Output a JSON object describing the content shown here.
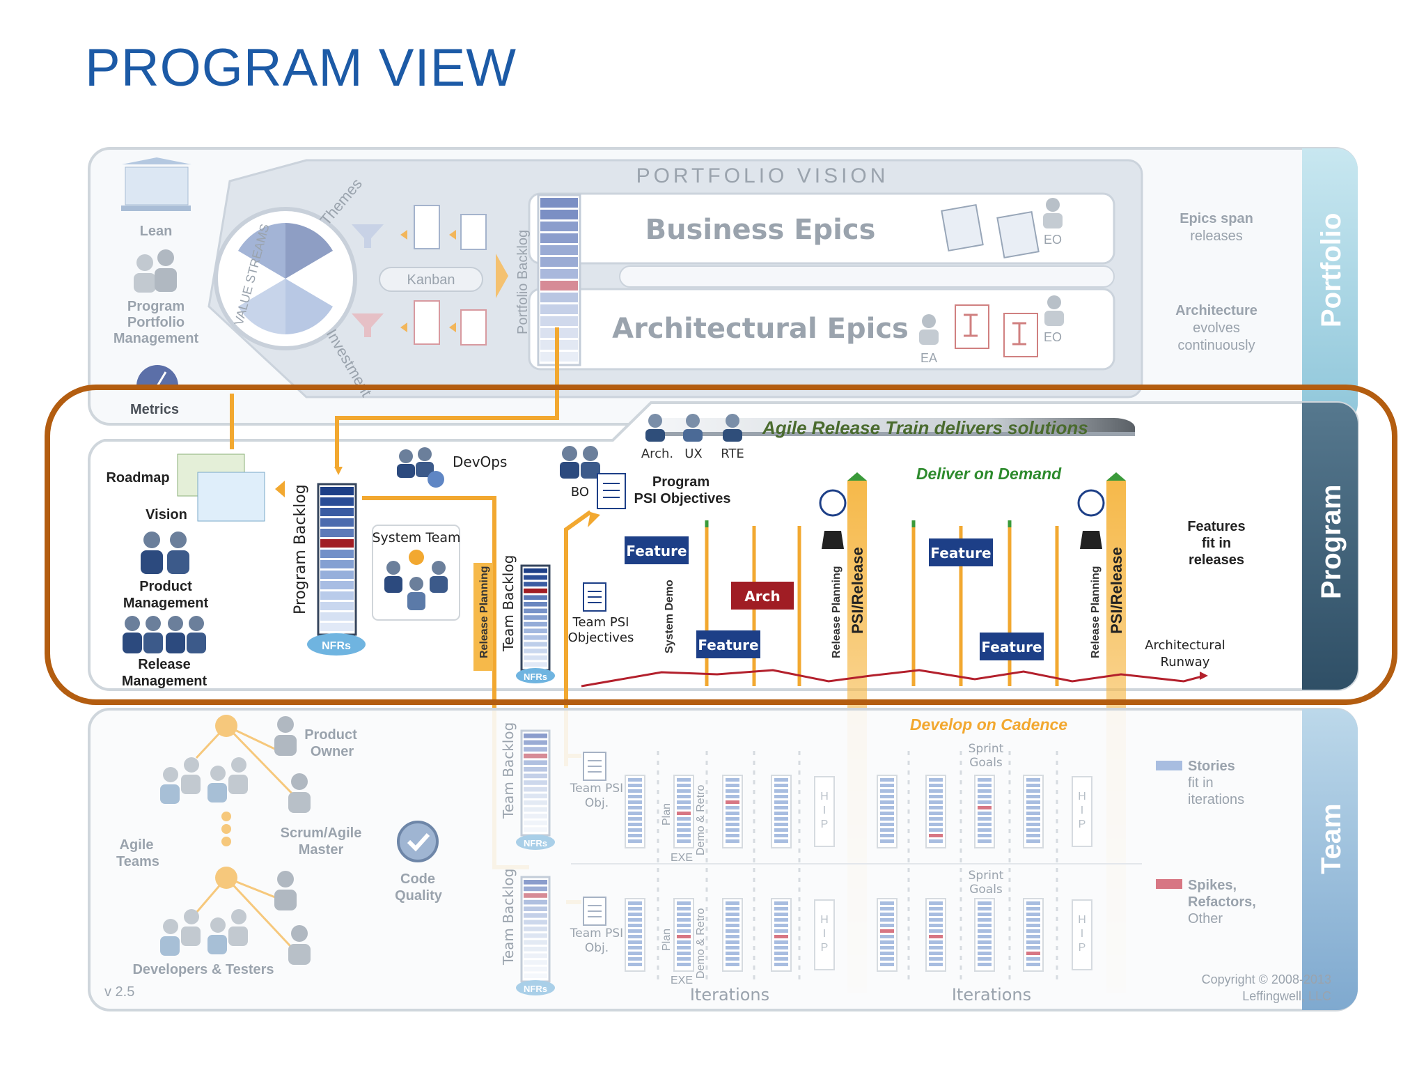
{
  "title": "PROGRAM VIEW",
  "version": "v 2.5",
  "copyright": [
    "Copyright © 2008-2013",
    "Leffingwell, LLC"
  ],
  "portfolio": {
    "band_label": "Portfolio",
    "vision": "PORTFOLIO VISION",
    "business_epics": "Business Epics",
    "architectural_epics": "Architectural Epics",
    "kanban": "Kanban",
    "backlog": "Portfolio Backlog",
    "themes": "Themes",
    "value_streams": "VALUE STREAMS",
    "investment": "Investment",
    "eo": "EO",
    "ea": "EA",
    "lean": "Lean",
    "ppm": [
      "Program",
      "Portfolio",
      "Management"
    ],
    "metrics": "Metrics",
    "notes": [
      [
        "Epics span",
        "releases"
      ],
      [
        "Architecture",
        "evolves",
        "continuously"
      ]
    ]
  },
  "program": {
    "band_label": "Program",
    "art": "Agile Release Train delivers solutions",
    "roles": [
      "Arch.",
      "UX",
      "RTE"
    ],
    "roadmap": "Roadmap",
    "vision": "Vision",
    "product_management": [
      "Product",
      "Management"
    ],
    "release_management": [
      "Release",
      "Management"
    ],
    "program_backlog": "Program Backlog",
    "nfrs": "NFRs",
    "devops": "DevOps",
    "system_team": "System Team",
    "bo": "BO",
    "psi_objectives": [
      "Program",
      "PSI Objectives"
    ],
    "team_psi_objectives": [
      "Team PSI",
      "Objectives"
    ],
    "release_planning": "Release Planning",
    "team_backlog": "Team Backlog",
    "system_demo": "System Demo",
    "psi_release": "PSI/Release",
    "deliver_on_demand": "Deliver on Demand",
    "feature": "Feature",
    "arch": "Arch",
    "architectural_runway": [
      "Architectural",
      "Runway"
    ],
    "notes": [
      "Features",
      "fit in",
      "releases"
    ]
  },
  "team": {
    "band_label": "Team",
    "develop_on_cadence": "Develop on Cadence",
    "product_owner": [
      "Product",
      "Owner"
    ],
    "scrum_master": [
      "Scrum/Agile",
      "Master"
    ],
    "agile_teams": [
      "Agile",
      "Teams"
    ],
    "developers_testers": "Developers & Testers",
    "code_quality": [
      "Code",
      "Quality"
    ],
    "team_psi_obj": [
      "Team PSI",
      "Obj."
    ],
    "sprint_goals": [
      "Sprint",
      "Goals"
    ],
    "plan": "Plan",
    "exe": "EXE",
    "demo_retro": "Demo & Retro",
    "hip": [
      "H",
      "I",
      "P"
    ],
    "iterations": "Iterations",
    "legend": [
      {
        "name": "Stories",
        "lines": [
          "fit in",
          "iterations"
        ],
        "color": "#a8bde0"
      },
      {
        "name": "Spikes,",
        "lines": [
          "Refactors,",
          "Other"
        ],
        "color": "#d77683"
      }
    ]
  },
  "colors": {
    "title": "#1c5aa6",
    "feature": "#1d3f87",
    "arch": "#a01d24",
    "orange": "#f2a830",
    "highlight_border": "#b35d10",
    "green": "#2e8b2e"
  }
}
